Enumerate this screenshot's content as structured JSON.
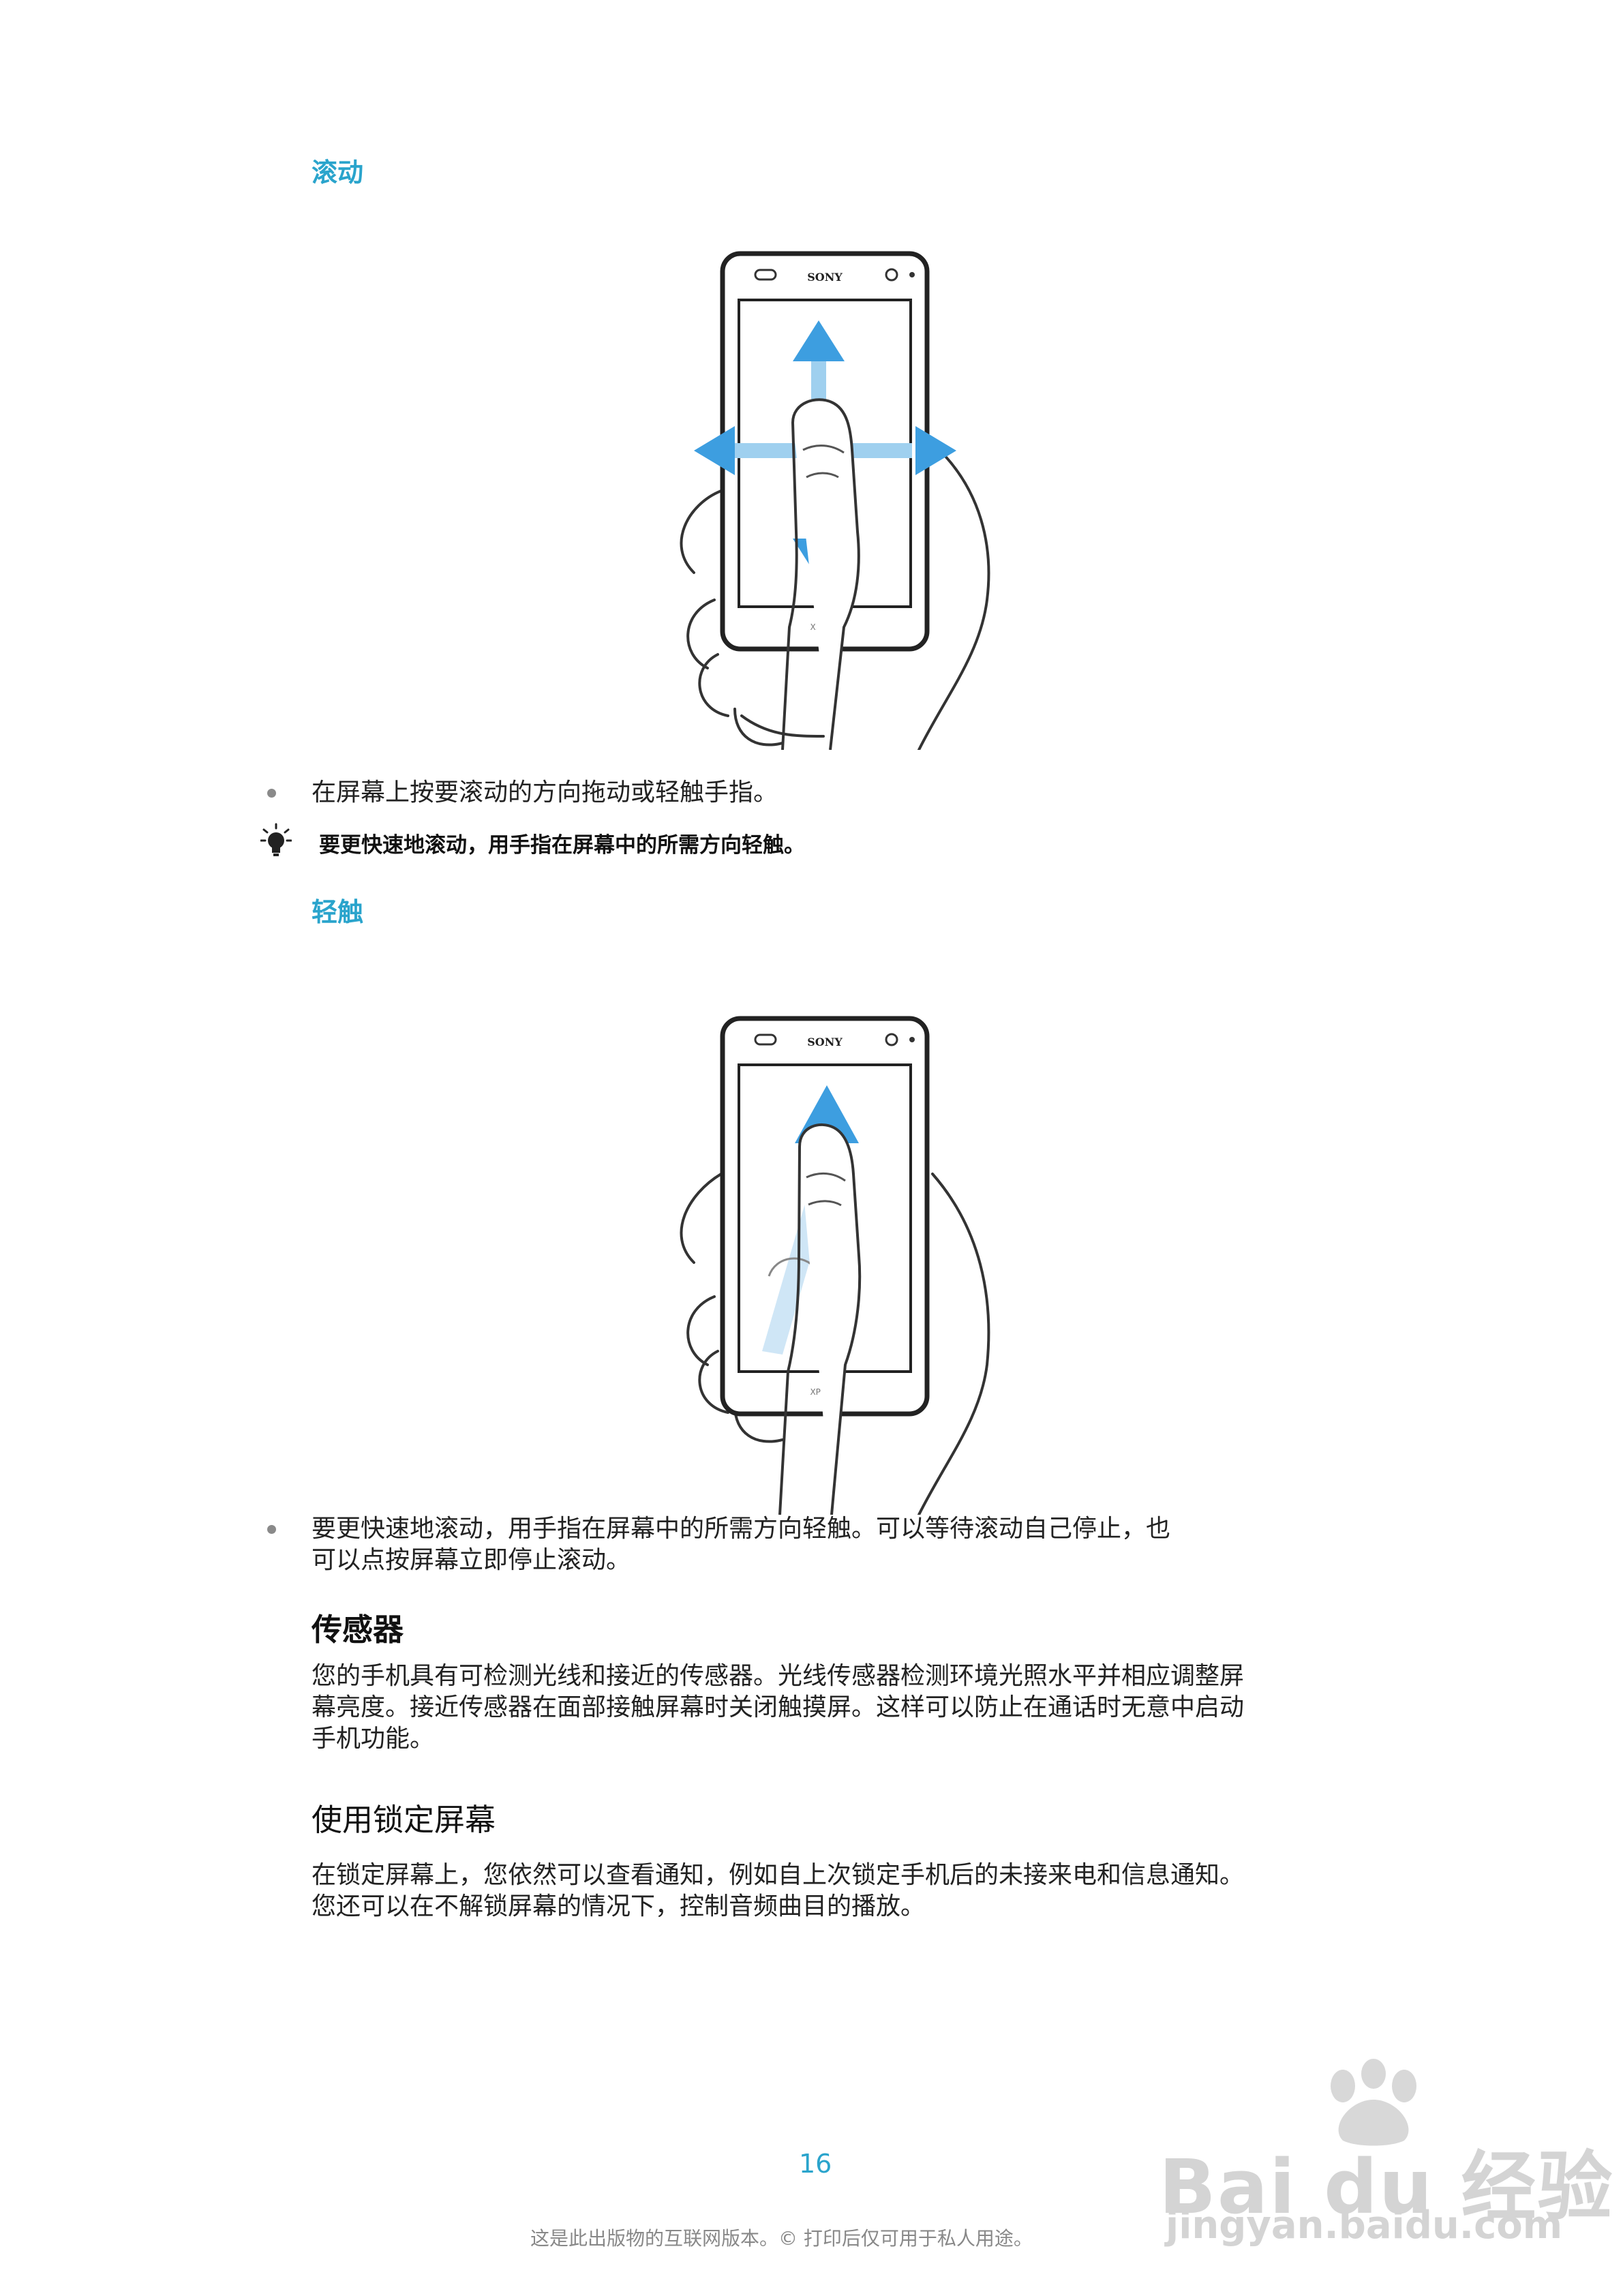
{
  "section_scroll": {
    "title": "滚动",
    "bullet": "在屏幕上按要滚动的方向拖动或轻触手指。",
    "tip": "要更快速地滚动，用手指在屏幕中的所需方向轻触。"
  },
  "section_flick": {
    "title": "轻触",
    "bullet_lines": [
      "要更快速地滚动，用手指在屏幕中的所需方向轻触。可以等待滚动自己停止，也",
      "可以点按屏幕立即停止滚动。"
    ]
  },
  "phone_labels": {
    "brand": "SONY",
    "model": "XPERIA"
  },
  "section_sensors": {
    "title": "传感器",
    "lines": [
      "您的手机具有可检测光线和接近的传感器。光线传感器检测环境光照水平并相应调整屏",
      "幕亮度。接近传感器在面部接触屏幕时关闭触摸屏。这样可以防止在通话时无意中启动",
      "手机功能。"
    ]
  },
  "section_lock": {
    "title": "使用锁定屏幕",
    "lines": [
      "在锁定屏幕上，您依然可以查看通知，例如自上次锁定手机后的未接来电和信息通知。",
      "您还可以在不解锁屏幕的情况下，控制音频曲目的播放。"
    ]
  },
  "page_number": "16",
  "footer": "这是此出版物的互联网版本。© 打印后仅可用于私人用途。",
  "watermark": {
    "logo": "Bai du 经验",
    "url": "jingyan.baidu.com"
  },
  "colors": {
    "accent": "#2aa4cc",
    "arrow": "#3d9ee0"
  }
}
